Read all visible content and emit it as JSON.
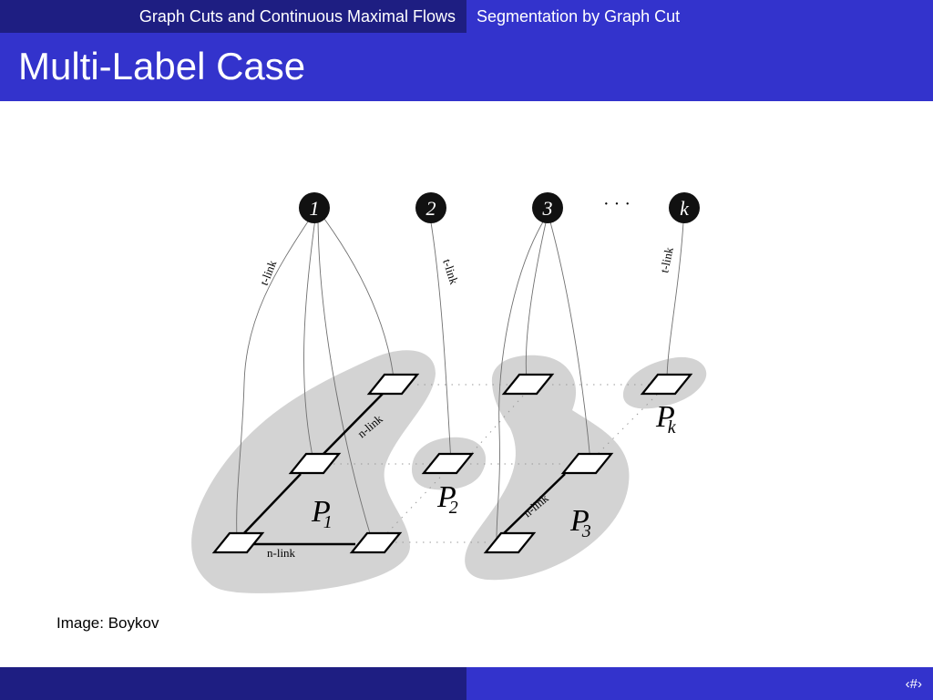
{
  "header": {
    "presentation_title": "Graph Cuts and Continuous Maximal Flows",
    "section_title": "Segmentation by Graph Cut"
  },
  "frame": {
    "title": "Multi-Label Case"
  },
  "diagram": {
    "terminals": [
      "1",
      "2",
      "3",
      "k"
    ],
    "ellipsis": "· · ·",
    "t_link_label": "t-link",
    "n_link_label": "n-link",
    "partitions": [
      {
        "letter": "P",
        "sub": "1"
      },
      {
        "letter": "P",
        "sub": "2"
      },
      {
        "letter": "P",
        "sub": "3"
      },
      {
        "letter": "P",
        "sub": "k"
      }
    ]
  },
  "caption": "Image: Boykov",
  "footer": {
    "page_symbol": "‹#›"
  },
  "colors": {
    "header_dark": "#1e1e82",
    "header_light": "#3333cc",
    "region_gray": "#d3d3d3",
    "terminal_black": "#111111"
  }
}
